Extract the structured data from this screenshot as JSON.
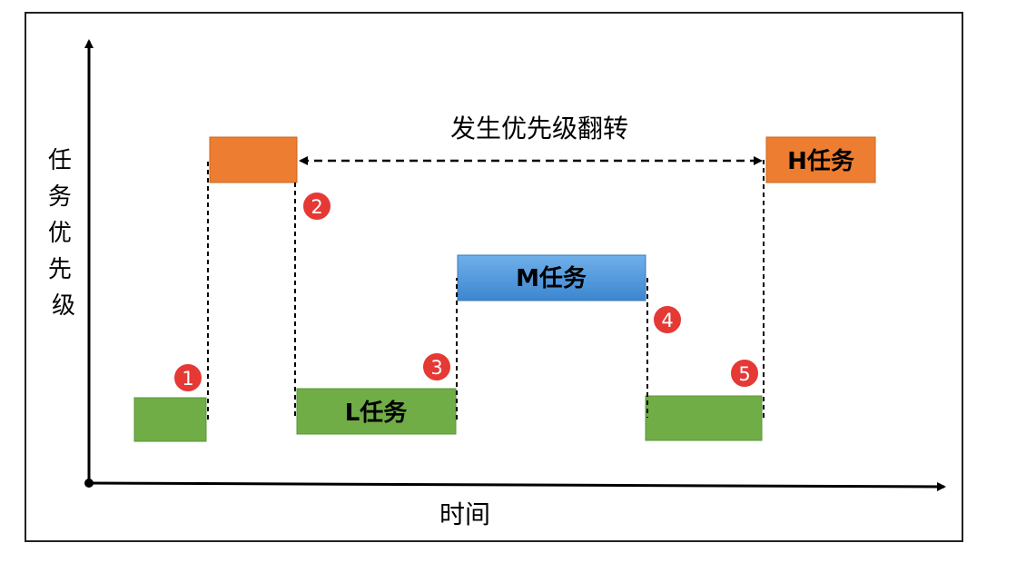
{
  "axes": {
    "y_label": "任务优先级",
    "x_label": "时间"
  },
  "inversion_label": "发生优先级翻转",
  "tasks": {
    "high": "H任务",
    "medium": "M任务",
    "low": "L任务"
  },
  "markers": [
    "1",
    "2",
    "3",
    "4",
    "5"
  ],
  "colors": {
    "high": "#ed7d31",
    "medium": "#5b9bd5",
    "low": "#70ad47",
    "marker": "#e53935",
    "axis": "#000000"
  }
}
